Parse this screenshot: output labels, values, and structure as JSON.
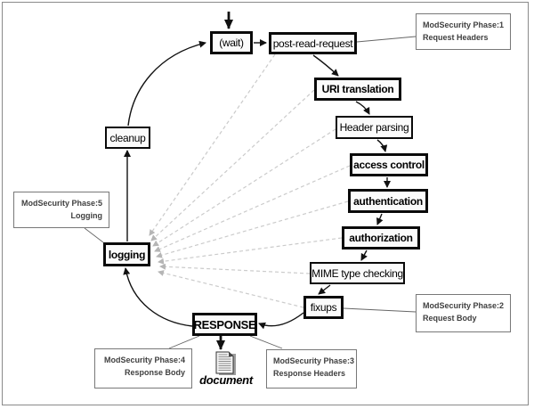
{
  "diagram": {
    "nodes": {
      "wait": "(wait)",
      "post_read_request": "post-read-request",
      "uri_translation": "URI translation",
      "header_parsing": "Header parsing",
      "access_control": "access control",
      "authentication": "authentication",
      "authorization": "authorization",
      "mime_type_checking": "MIME type checking",
      "fixups": "fixups",
      "response": "RESPONSE",
      "logging": "logging",
      "cleanup": "cleanup"
    },
    "annotations": {
      "phase1": {
        "title": "ModSecurity Phase:1",
        "subtitle": "Request Headers"
      },
      "phase2": {
        "title": "ModSecurity Phase:2",
        "subtitle": "Request Body"
      },
      "phase3": {
        "title": "ModSecurity Phase:3",
        "subtitle": "Response Headers"
      },
      "phase4": {
        "title": "ModSecurity Phase:4",
        "subtitle": "Response Body"
      },
      "phase5": {
        "title": "ModSecurity Phase:5",
        "subtitle": "Logging"
      }
    },
    "document_label": "document",
    "colors": {
      "node_border": "#0a0a0a",
      "dashed_line": "#cbcbcb",
      "dashed_arrowhead": "#b5b5b5",
      "annotation_border": "#787878",
      "annotation_text": "#404040",
      "frame_border": "#8a8a8a"
    }
  }
}
